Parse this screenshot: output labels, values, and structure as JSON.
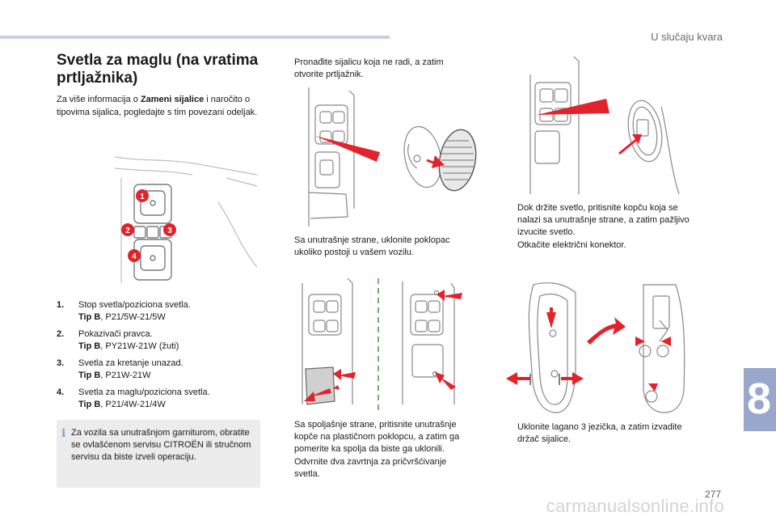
{
  "header": {
    "chapter": "U slučaju kvara",
    "tab_number": "8",
    "page_number": "277",
    "watermark": "carmanualsonline.info"
  },
  "section": {
    "title": "Svetla za maglu (na vratima prtljažnika)",
    "intro_prefix": "Za više informacija o ",
    "intro_bold": "Zameni sijalice",
    "intro_suffix": " i naročito o tipovima sijalica, pogledajte s tim povezani odeljak."
  },
  "callouts": [
    "1",
    "2",
    "3",
    "4"
  ],
  "items": [
    {
      "num": "1.",
      "text": "Stop svetla/poziciona svetla.",
      "tip_label": "Tip B",
      "tip_value": ", P21/5W-21/5W"
    },
    {
      "num": "2.",
      "text": "Pokazivači pravca.",
      "tip_label": "Tip B",
      "tip_value": ", PY21W-21W (žuti)"
    },
    {
      "num": "3.",
      "text": "Svetla za kretanje unazad.",
      "tip_label": "Tip B",
      "tip_value": ", P21W-21W"
    },
    {
      "num": "4.",
      "text": "Svetla za maglu/poziciona svetla.",
      "tip_label": "Tip B",
      "tip_value": ", P21/4W-21/4W"
    }
  ],
  "note": {
    "icon": "i",
    "text": "Za vozila sa unutrašnjom garniturom, obratite se ovlašćenom servisu CITROËN ili stručnom servisu da biste izveli operaciju."
  },
  "steps": {
    "bullet": "",
    "s1": "Pronađite sijalicu koja ne radi, a zatim otvorite prtljažnik.",
    "s2": "Sa unutrašnje strane, uklonite poklopac ukoliko postoji u vašem vozilu.",
    "s3a": "Sa spoljašnje strane, pritisnite unutrašnje kopče na plastičnom poklopcu, a zatim ga pomerite ka spolja da biste ga uklonili.",
    "s3b": "Odvrnite dva zavrtnja za pričvršćivanje svetla.",
    "s4a": "Dok držite svetlo, pritisnite kopču koja se nalazi sa unutrašnje strane, a zatim pažljivo izvucite svetlo.",
    "s4b": "Otkačite električni konektor.",
    "s5": "Uklonite lagano 3 jezička, a zatim izvadite držač sijalice."
  },
  "colors": {
    "accent_red": "#e3232b",
    "tab_blue": "#9aa7cc",
    "note_bg": "#ececec",
    "topbar": "#c8cee4"
  }
}
